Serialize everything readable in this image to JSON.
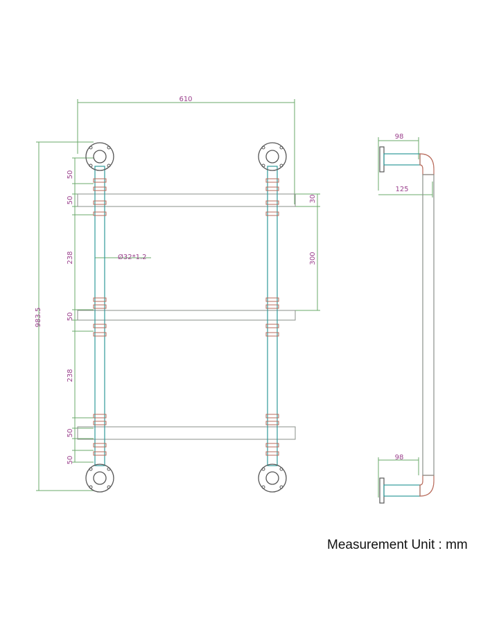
{
  "colors": {
    "dimension": "#6aa86a",
    "dimension_text": "#9a3f8c",
    "pipe": "#2f9a9a",
    "shelf": "#8a8f8a",
    "fitting": "#b86a5a",
    "flange": "#555555"
  },
  "dimensions": {
    "overall_width": "610",
    "overall_height": "983.5",
    "flange_offset": "50",
    "shelf_thickness": "30",
    "shelf_spacing": "300",
    "pipe_diameter": "Ø32*1.2",
    "shelf_labels": [
      "50",
      "50",
      "50"
    ],
    "gap_labels": [
      "238",
      "238"
    ],
    "bottom_flange": "50",
    "side_depth_top": "98",
    "side_depth_mid": "125",
    "side_depth_bottom": "98"
  },
  "caption": "Measurement Unit : mm"
}
